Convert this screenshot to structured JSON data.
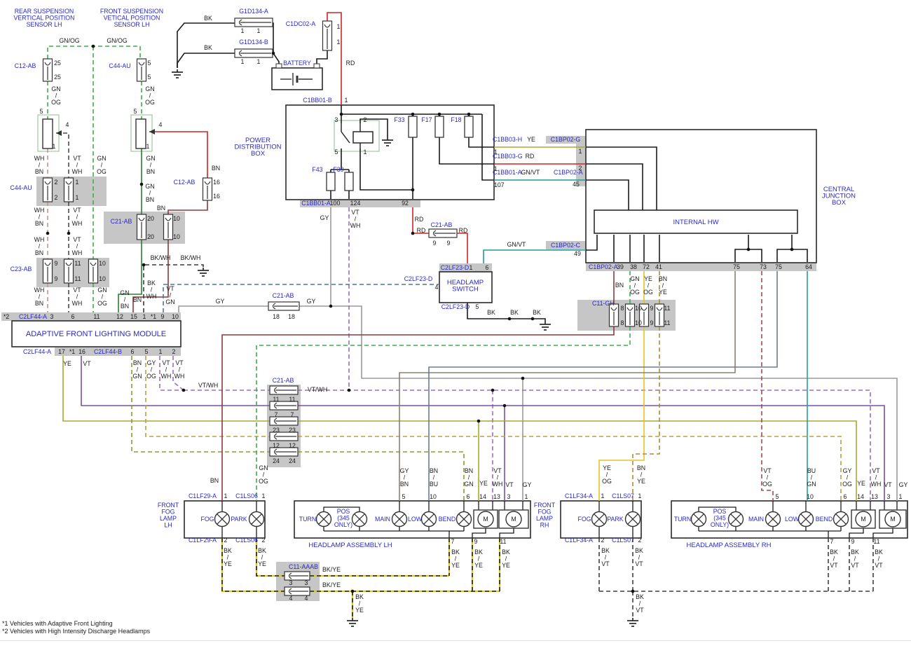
{
  "footnotes": [
    "*1 Vehicles with Adaptive Front Lighting",
    "*2 Vehicles with High Intensity Discharge Headlamps"
  ],
  "colors": {
    "label": "#2929c8",
    "text": "#1a1a1a",
    "strip": "#c6c6c6",
    "boxline": "#2a2a2a",
    "accentgreen": "#9fc9a0"
  },
  "wire_styles": {
    "BK": {
      "c": "#1a1a1a"
    },
    "RD": {
      "c": "#d12424"
    },
    "GY": {
      "c": "#9a9a9a"
    },
    "YE": {
      "c": "#a8a832"
    },
    "VT": {
      "c": "#7d4fa0"
    },
    "BN": {
      "c": "#8b3a3a"
    },
    "GN_OG": {
      "c": "#3fae49",
      "d": 1
    },
    "WH_BN": {
      "c": "#cf8f8f",
      "d": 1
    },
    "VT_WH": {
      "c": "#9b6fc0",
      "d": 1
    },
    "VT_WH_DK": {
      "c": "#4a4a4a",
      "d": 1
    },
    "GN_BN": {
      "c": "#2f7d32"
    },
    "BK_WH": {
      "c": "#3a3a3a",
      "d": 1
    },
    "GN_VT": {
      "c": "#1f9b9b"
    },
    "BU_GN": {
      "c": "#23a0a0"
    },
    "YE_OG": {
      "c": "#e3c426"
    },
    "BN_YE": {
      "c": "#b08a3e",
      "d": 1
    },
    "GY_OG": {
      "c": "#b8a23f",
      "d": 1
    },
    "BN_GN": {
      "c": "#8f9b2e",
      "d": 1
    },
    "VT_OG": {
      "c": "#a04a54",
      "d": 1
    },
    "BK_YE": {
      "c": "#222222",
      "d": 1,
      "base": "#ddc626"
    },
    "BK_VT": {
      "c": "#3f3f3f",
      "d": 1
    },
    "GY_BN": {
      "c": "#8a8070"
    },
    "BN_BU": {
      "c": "#6b7b95"
    },
    "VT_GN": {
      "c": "#4f74a8",
      "d": 1
    }
  },
  "labels": [
    [
      "REAR SUSPENSION\nVERTICAL POSITION\nSENSOR LH",
      63,
      16,
      "b"
    ],
    [
      "FRONT SUSPENSION\nVETICAL POSITION\nSENSOR LH",
      188,
      16,
      "b"
    ],
    [
      "GN/OG",
      99,
      58,
      "k"
    ],
    [
      "GN/OG",
      167,
      58,
      "k"
    ],
    [
      "C12-AB",
      36,
      94,
      "b"
    ],
    [
      "25",
      82,
      90,
      "k"
    ],
    [
      "25",
      82,
      110,
      "k"
    ],
    [
      "C44-AU",
      171,
      94,
      "b"
    ],
    [
      "5",
      213,
      90,
      "k"
    ],
    [
      "5",
      213,
      110,
      "k"
    ],
    [
      "GN\n/\nOG",
      80,
      127,
      "k"
    ],
    [
      "5",
      59,
      159,
      "k"
    ],
    [
      "GN\n/\nOG",
      214,
      127,
      "k"
    ],
    [
      "5",
      193,
      159,
      "k"
    ],
    [
      "4",
      96,
      178,
      "k"
    ],
    [
      "4",
      229,
      178,
      "k"
    ],
    [
      "1",
      77,
      209,
      "k"
    ],
    [
      "1",
      211,
      209,
      "k"
    ],
    [
      "WH\n/\nBN",
      56,
      226,
      "k"
    ],
    [
      "VT\n/\nWH",
      110,
      226,
      "k"
    ],
    [
      "GN\n/\nOG",
      145,
      226,
      "k"
    ],
    [
      "GN\n/\nBN",
      215,
      226,
      "k"
    ],
    [
      "C44-AU",
      30,
      268,
      "b"
    ],
    [
      "2",
      80,
      260,
      "k"
    ],
    [
      "2",
      80,
      282,
      "k"
    ],
    [
      "1",
      110,
      260,
      "k"
    ],
    [
      "1",
      110,
      282,
      "k"
    ],
    [
      "WH\n/\nBN",
      56,
      300,
      "k"
    ],
    [
      "VT\n/\nWH",
      110,
      300,
      "k"
    ],
    [
      "WH\n/\nBN",
      56,
      342,
      "k"
    ],
    [
      "VT\n/\nWH",
      110,
      342,
      "k"
    ],
    [
      "C23-AB",
      30,
      384,
      "b"
    ],
    [
      "9",
      80,
      376,
      "k"
    ],
    [
      "9",
      80,
      398,
      "k"
    ],
    [
      "11",
      111,
      376,
      "k"
    ],
    [
      "11",
      111,
      398,
      "k"
    ],
    [
      "10",
      146,
      376,
      "k"
    ],
    [
      "10",
      146,
      398,
      "k"
    ],
    [
      "WH\n/\nBN",
      56,
      414,
      "k"
    ],
    [
      "VT\n/\nWH",
      110,
      414,
      "k"
    ],
    [
      "GN\n/\nOG",
      146,
      414,
      "k"
    ],
    [
      "C21-AB",
      173,
      316,
      "b"
    ],
    [
      "20",
      215,
      312,
      "k"
    ],
    [
      "20",
      215,
      338,
      "k"
    ],
    [
      "10",
      252,
      312,
      "k"
    ],
    [
      "10",
      252,
      338,
      "k"
    ],
    [
      "GN\n/\nBN",
      214,
      266,
      "k"
    ],
    [
      "BN",
      230,
      297,
      "k"
    ],
    [
      "C12-AB",
      263,
      260,
      "b"
    ],
    [
      "16",
      309,
      260,
      "k"
    ],
    [
      "16",
      309,
      280,
      "k"
    ],
    [
      "BN",
      308,
      240,
      "k"
    ],
    [
      "GN\n/\nBN",
      178,
      418,
      "k"
    ],
    [
      "BN",
      196,
      428,
      "k"
    ],
    [
      "BK\n/\nWH",
      216,
      404,
      "k"
    ],
    [
      "VT\n/\nGN",
      243,
      412,
      "k"
    ],
    [
      "BK/WH",
      229,
      368,
      "k"
    ],
    [
      "BK/WH",
      272,
      368,
      "k"
    ],
    [
      "GY",
      314,
      430,
      "k"
    ],
    [
      "GY",
      444,
      430,
      "k"
    ],
    [
      "C21-AB",
      404,
      422,
      "b"
    ],
    [
      "18",
      394,
      452,
      "k"
    ],
    [
      "18",
      416,
      452,
      "k"
    ],
    [
      "*2",
      9,
      452,
      "k"
    ],
    [
      "C2LF44-A",
      47,
      452,
      "b"
    ],
    [
      "3",
      74,
      452,
      "k"
    ],
    [
      "6",
      104,
      452,
      "k"
    ],
    [
      "11",
      138,
      452,
      "k"
    ],
    [
      "12",
      171,
      452,
      "k"
    ],
    [
      "15",
      191,
      452,
      "k"
    ],
    [
      "1",
      206,
      452,
      "k"
    ],
    [
      "*1",
      219,
      452,
      "k"
    ],
    [
      "9",
      232,
      452,
      "k"
    ],
    [
      "10",
      250,
      452,
      "k"
    ],
    [
      "ADAPTIVE FRONT LIGHTING MODULE",
      137,
      477,
      "b",
      0,
      11
    ],
    [
      "C2LF44-A",
      53,
      502,
      "b"
    ],
    [
      "17",
      88,
      502,
      "k"
    ],
    [
      "*1",
      103,
      502,
      "k"
    ],
    [
      "16",
      117,
      502,
      "k"
    ],
    [
      "C2LF44-B",
      154,
      502,
      "b"
    ],
    [
      "6",
      189,
      502,
      "k"
    ],
    [
      "5",
      209,
      502,
      "k"
    ],
    [
      "1",
      229,
      502,
      "k"
    ],
    [
      "2",
      248,
      502,
      "k"
    ],
    [
      "YE",
      96,
      519,
      "k"
    ],
    [
      "VT",
      124,
      519,
      "k"
    ],
    [
      "BN\n/\nGN",
      196,
      518,
      "k"
    ],
    [
      "GY\n/\nOG",
      216,
      518,
      "k"
    ],
    [
      "VT\n/\nWH",
      237,
      518,
      "k"
    ],
    [
      "VT\n/\nWH",
      256,
      518,
      "k"
    ],
    [
      "VT/WH",
      297,
      550,
      "k"
    ],
    [
      "C21-AB",
      404,
      543,
      "b"
    ],
    [
      "11",
      394,
      570,
      "k"
    ],
    [
      "11",
      417,
      570,
      "k"
    ],
    [
      "7",
      394,
      592,
      "k"
    ],
    [
      "7",
      417,
      592,
      "k"
    ],
    [
      "23",
      394,
      614,
      "k"
    ],
    [
      "23",
      417,
      614,
      "k"
    ],
    [
      "12",
      394,
      636,
      "k"
    ],
    [
      "12",
      417,
      636,
      "k"
    ],
    [
      "24",
      394,
      658,
      "k"
    ],
    [
      "24",
      417,
      658,
      "k"
    ],
    [
      "VT/WH",
      453,
      556,
      "k"
    ],
    [
      "BK",
      297,
      26,
      "k"
    ],
    [
      "G1D134-A",
      362,
      16,
      "b"
    ],
    [
      "1",
      346,
      44,
      "k"
    ],
    [
      "1",
      369,
      44,
      "k"
    ],
    [
      "BK",
      297,
      68,
      "k"
    ],
    [
      "G1D134-B",
      362,
      60,
      "b"
    ],
    [
      "1",
      346,
      88,
      "k"
    ],
    [
      "1",
      369,
      88,
      "k"
    ],
    [
      "C1DC02-A",
      429,
      34,
      "b"
    ],
    [
      "1",
      483,
      38,
      "k"
    ],
    [
      "1",
      483,
      60,
      "k"
    ],
    [
      "BATTERY",
      424,
      90,
      "b"
    ],
    [
      "RD",
      500,
      90,
      "k"
    ],
    [
      "C1BB01-B",
      453,
      143,
      "b"
    ],
    [
      "1",
      494,
      143,
      "k"
    ],
    [
      "POWER\nDISTRIBUTION\nBOX",
      368,
      200,
      "b",
      0,
      9.5
    ],
    [
      "3",
      480,
      171,
      "k"
    ],
    [
      "2",
      521,
      171,
      "k"
    ],
    [
      "5",
      480,
      217,
      "k"
    ],
    [
      "1",
      521,
      217,
      "k"
    ],
    [
      "F33",
      570,
      171,
      "b"
    ],
    [
      "F17",
      609,
      171,
      "b"
    ],
    [
      "F18",
      651,
      171,
      "b"
    ],
    [
      "F43",
      453,
      242,
      "b"
    ],
    [
      "F39",
      483,
      242,
      "b"
    ],
    [
      "C1BB01-A",
      451,
      290,
      "b"
    ],
    [
      "100",
      478,
      290,
      "k"
    ],
    [
      "124",
      507,
      290,
      "k"
    ],
    [
      "92",
      578,
      290,
      "k"
    ],
    [
      "GY",
      463,
      311,
      "k"
    ],
    [
      "VT\n/\nWH",
      507,
      303,
      "k"
    ],
    [
      "RD",
      598,
      313,
      "k"
    ],
    [
      "RD",
      601,
      329,
      "k"
    ],
    [
      "C21-AB",
      630,
      321,
      "b"
    ],
    [
      "9",
      620,
      347,
      "k"
    ],
    [
      "9",
      640,
      347,
      "k"
    ],
    [
      "RD",
      661,
      329,
      "k"
    ],
    [
      "C1BB03-H",
      703,
      199,
      "b",
      "l"
    ],
    [
      "YE",
      758,
      199,
      "k"
    ],
    [
      "C1BP02-G",
      807,
      199,
      "b"
    ],
    [
      "1",
      705,
      217,
      "k",
      "l"
    ],
    [
      "1",
      828,
      216,
      "k"
    ],
    [
      "C1BB03-G",
      703,
      223,
      "b",
      "l"
    ],
    [
      "RD",
      756,
      223,
      "k"
    ],
    [
      "1",
      705,
      241,
      "k",
      "l"
    ],
    [
      "2",
      828,
      240,
      "k"
    ],
    [
      "C1BB01-A",
      703,
      246,
      "b",
      "l"
    ],
    [
      "GN/VT",
      757,
      246,
      "k"
    ],
    [
      "C1BP02-A",
      790,
      246,
      "b",
      "l"
    ],
    [
      "107",
      705,
      264,
      "k",
      "l"
    ],
    [
      "45",
      822,
      263,
      "k"
    ],
    [
      "C2LF23-D",
      649,
      382,
      "b"
    ],
    [
      "1",
      672,
      382,
      "k"
    ],
    [
      "6",
      695,
      382,
      "k"
    ],
    [
      "HEADLAMP\nSWITCH",
      664,
      403,
      "b",
      0,
      9.5
    ],
    [
      "C2LF23-D",
      597,
      398,
      "b"
    ],
    [
      "4",
      623,
      410,
      "k"
    ],
    [
      "C2LF23-D",
      650,
      438,
      "b"
    ],
    [
      "5",
      681,
      438,
      "k"
    ],
    [
      "BK",
      701,
      446,
      "k"
    ],
    [
      "BK",
      734,
      446,
      "k"
    ],
    [
      "BK",
      766,
      446,
      "k"
    ],
    [
      "GN/VT",
      737,
      349,
      "k"
    ],
    [
      "C1BP02-C",
      807,
      350,
      "b"
    ],
    [
      "49",
      824,
      362,
      "k"
    ],
    [
      "CENTRAL\nJUNCTION\nBOX",
      1197,
      270,
      "b",
      0,
      9.5
    ],
    [
      "INTERNAL HW",
      993,
      317,
      "b",
      0,
      9.5
    ],
    [
      "C1BP02-A",
      840,
      381,
      "b",
      "l"
    ],
    [
      "39",
      885,
      381,
      "k"
    ],
    [
      "38",
      904,
      381,
      "k"
    ],
    [
      "72",
      922,
      381,
      "k"
    ],
    [
      "41",
      940,
      381,
      "k"
    ],
    [
      "75",
      1051,
      381,
      "k"
    ],
    [
      "73",
      1089,
      381,
      "k"
    ],
    [
      "75",
      1111,
      381,
      "k"
    ],
    [
      "64",
      1154,
      381,
      "k"
    ],
    [
      "BN",
      884,
      407,
      "k"
    ],
    [
      "GN\n/\nOG",
      906,
      398,
      "k"
    ],
    [
      "YE\n/\nOG",
      925,
      398,
      "k"
    ],
    [
      "BN\n/\nYE",
      946,
      398,
      "k"
    ],
    [
      "C11-GH",
      845,
      433,
      "b",
      "l"
    ],
    [
      "8",
      888,
      440,
      "k"
    ],
    [
      "8",
      888,
      461,
      "k"
    ],
    [
      "10",
      911,
      440,
      "k"
    ],
    [
      "10",
      911,
      461,
      "k"
    ],
    [
      "9",
      930,
      440,
      "k"
    ],
    [
      "9",
      930,
      461,
      "k"
    ],
    [
      "11",
      952,
      440,
      "k"
    ],
    [
      "11",
      952,
      461,
      "k"
    ],
    [
      "FRONT\nFOG\nLAMP\nLH",
      240,
      721,
      "b"
    ],
    [
      "C1LF29-A",
      289,
      708,
      "b"
    ],
    [
      "1",
      322,
      708,
      "k"
    ],
    [
      "C1LS06",
      352,
      708,
      "b"
    ],
    [
      "1",
      376,
      708,
      "k"
    ],
    [
      "FOG",
      296,
      741,
      "b"
    ],
    [
      "PARK",
      341,
      741,
      "b"
    ],
    [
      "C1LF29-A",
      289,
      771,
      "b"
    ],
    [
      "2",
      322,
      771,
      "k"
    ],
    [
      "C1LS06",
      352,
      771,
      "b"
    ],
    [
      "2",
      376,
      771,
      "k"
    ],
    [
      "BN",
      306,
      686,
      "k"
    ],
    [
      "GN\n/\nOG",
      376,
      668,
      "k"
    ],
    [
      "BK\n/\nYE",
      325,
      786,
      "k"
    ],
    [
      "BK\n/\nYE",
      374,
      786,
      "k"
    ],
    [
      "HEADLAMP ASSEMBLY LH",
      500,
      778,
      "b",
      0,
      9.5
    ],
    [
      "TURN",
      439,
      741,
      "b"
    ],
    [
      "POS\n(345\nONLY)",
      490,
      730,
      "b"
    ],
    [
      "MAIN",
      546,
      741,
      "b"
    ],
    [
      "LOW",
      592,
      741,
      "b"
    ],
    [
      "BEND",
      638,
      741,
      "b"
    ],
    [
      "5",
      576,
      709,
      "k"
    ],
    [
      "10",
      618,
      709,
      "k"
    ],
    [
      "6",
      668,
      709,
      "k"
    ],
    [
      "14",
      689,
      709,
      "k"
    ],
    [
      "13",
      709,
      709,
      "k"
    ],
    [
      "3",
      726,
      709,
      "k"
    ],
    [
      "1",
      751,
      709,
      "k"
    ],
    [
      "GY\n/\nBN",
      577,
      672,
      "k"
    ],
    [
      "BN\n/\nBU",
      619,
      672,
      "k"
    ],
    [
      "BN\n/\nGN",
      669,
      672,
      "k"
    ],
    [
      "YE",
      690,
      690,
      "k"
    ],
    [
      "VT\n/\nWH",
      710,
      672,
      "k"
    ],
    [
      "VT",
      727,
      692,
      "k"
    ],
    [
      "GY",
      752,
      692,
      "k"
    ],
    [
      "7",
      646,
      773,
      "k"
    ],
    [
      "9",
      679,
      773,
      "k"
    ],
    [
      "11",
      718,
      773,
      "k"
    ],
    [
      "BK\n/\nYE",
      650,
      788,
      "k"
    ],
    [
      "BK\n/\nYE",
      683,
      788,
      "k"
    ],
    [
      "BK\n/\nYE",
      722,
      788,
      "k"
    ],
    [
      "FRONT\nFOG\nLAMP\nRH",
      777,
      721,
      "b"
    ],
    [
      "C1LF34-A",
      826,
      708,
      "b"
    ],
    [
      "1",
      860,
      708,
      "k"
    ],
    [
      "C1LS07",
      889,
      708,
      "b"
    ],
    [
      "1",
      913,
      708,
      "k"
    ],
    [
      "FOG",
      834,
      741,
      "b"
    ],
    [
      "PARK",
      878,
      741,
      "b"
    ],
    [
      "C1LF34-A",
      826,
      771,
      "b"
    ],
    [
      "2",
      860,
      771,
      "k"
    ],
    [
      "C1LS07",
      889,
      771,
      "b"
    ],
    [
      "2",
      913,
      771,
      "k"
    ],
    [
      "YE\n/\nOG",
      866,
      668,
      "k"
    ],
    [
      "BN\n/\nYE",
      915,
      668,
      "k"
    ],
    [
      "BK\n/\nVT",
      864,
      786,
      "k"
    ],
    [
      "BK\n/\nVT",
      912,
      786,
      "k"
    ],
    [
      "HEADLAMP ASSEMBLY RH",
      1040,
      778,
      "b",
      0,
      9.5
    ],
    [
      "TURN",
      974,
      741,
      "b"
    ],
    [
      "POS\n(345\nONLY)",
      1027,
      730,
      "b"
    ],
    [
      "MAIN",
      1079,
      741,
      "b"
    ],
    [
      "LOW",
      1130,
      741,
      "b"
    ],
    [
      "BEND",
      1176,
      741,
      "b"
    ],
    [
      "5",
      1109,
      709,
      "k"
    ],
    [
      "10",
      1156,
      709,
      "k"
    ],
    [
      "6",
      1206,
      709,
      "k"
    ],
    [
      "14",
      1228,
      709,
      "k"
    ],
    [
      "13",
      1248,
      709,
      "k"
    ],
    [
      "3",
      1268,
      709,
      "k"
    ],
    [
      "1",
      1285,
      709,
      "k"
    ],
    [
      "VT\n/\nOG",
      1095,
      672,
      "k"
    ],
    [
      "BU\n/\nGN",
      1158,
      672,
      "k"
    ],
    [
      "GY\n/\nOG",
      1209,
      672,
      "k"
    ],
    [
      "YE",
      1229,
      690,
      "k"
    ],
    [
      "VT\n/\nWH",
      1250,
      672,
      "k"
    ],
    [
      "VT",
      1267,
      692,
      "k"
    ],
    [
      "GY",
      1289,
      692,
      "k"
    ],
    [
      "7",
      1187,
      773,
      "k"
    ],
    [
      "9",
      1217,
      773,
      "k"
    ],
    [
      "11",
      1251,
      773,
      "k"
    ],
    [
      "BK\n/\nVT",
      1190,
      788,
      "k"
    ],
    [
      "BK\n/\nVT",
      1220,
      788,
      "k"
    ],
    [
      "BK\n/\nVT",
      1254,
      788,
      "k"
    ],
    [
      "C11-AAAB",
      433,
      809,
      "b"
    ],
    [
      "3",
      415,
      832,
      "k"
    ],
    [
      "3",
      437,
      832,
      "k"
    ],
    [
      "4",
      415,
      854,
      "k"
    ],
    [
      "4",
      437,
      854,
      "k"
    ],
    [
      "BK/YE",
      473,
      813,
      "k"
    ],
    [
      "BK/YE",
      473,
      835,
      "k"
    ],
    [
      "BK\n/\nYE",
      513,
      852,
      "k"
    ],
    [
      "BK\n/\nVT",
      913,
      852,
      "k"
    ],
    [
      "M",
      693,
      741,
      "k"
    ],
    [
      "M",
      733,
      741,
      "k"
    ],
    [
      "M",
      1232,
      741,
      "k"
    ],
    [
      "M",
      1274,
      741,
      "k"
    ]
  ]
}
